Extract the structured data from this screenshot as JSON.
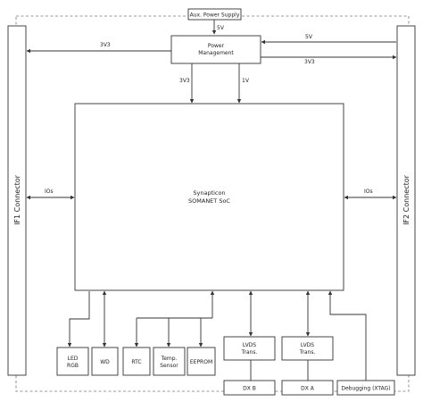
{
  "blocks": {
    "aux_power": "Aux. Power Supply",
    "power_management": [
      "Power",
      "Management"
    ],
    "soc": [
      "Synapticon",
      "SOMANET SoC"
    ],
    "if1": "IF1 Connector",
    "if2": "IF2 Connector",
    "led": [
      "LED",
      "RGB"
    ],
    "wd": "WD",
    "rtc": "RTC",
    "temp": [
      "Temp.",
      "Sensor"
    ],
    "eeprom": "EEPROM",
    "lvds1": [
      "LVDS",
      "Trans."
    ],
    "lvds2": [
      "LVDS",
      "Trans."
    ],
    "dxb": "DX B",
    "dxa": "DX A",
    "debug": "Debugging (XTAG)"
  },
  "signals": {
    "aux_5v": "5V",
    "pm_3v3_left": "3V3",
    "in_5v_right": "5V",
    "out_3v3_right": "3V3",
    "pm_3v3_down": "3V3",
    "pm_1v_down": "1V",
    "io_left": "IOs",
    "io_right": "IOs"
  }
}
